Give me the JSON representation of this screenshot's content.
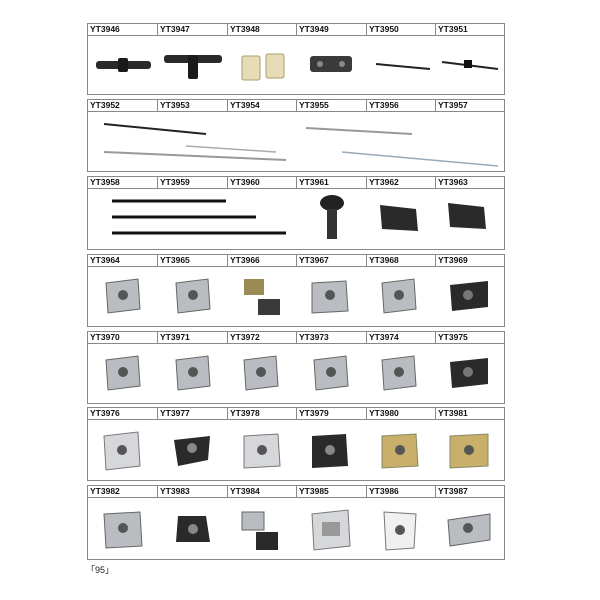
{
  "rows": [
    {
      "codes": [
        "YT3946",
        "YT3947",
        "YT3948",
        "YT3949",
        "YT3950",
        "YT3951"
      ]
    },
    {
      "codes": [
        "YT3952",
        "YT3953",
        "YT3954",
        "YT3955",
        "YT3956",
        "YT3957"
      ]
    },
    {
      "codes": [
        "YT3958",
        "YT3959",
        "YT3960",
        "YT3961",
        "YT3962",
        "YT3963"
      ]
    },
    {
      "codes": [
        "YT3964",
        "YT3965",
        "YT3966",
        "YT3967",
        "YT3968",
        "YT3969"
      ]
    },
    {
      "codes": [
        "YT3970",
        "YT3971",
        "YT3972",
        "YT3973",
        "YT3974",
        "YT3975"
      ]
    },
    {
      "codes": [
        "YT3976",
        "YT3977",
        "YT3978",
        "YT3979",
        "YT3980",
        "YT3981"
      ]
    },
    {
      "codes": [
        "YT3982",
        "YT3983",
        "YT3984",
        "YT3985",
        "YT3986",
        "YT3987"
      ]
    }
  ],
  "page_number": "「95」",
  "colors": {
    "border": "#888888",
    "metal_silver": "#b9bcc0",
    "metal_black": "#2a2a2a",
    "metal_gold": "#c9b06a",
    "plastic_beige": "#e6dcb5"
  }
}
